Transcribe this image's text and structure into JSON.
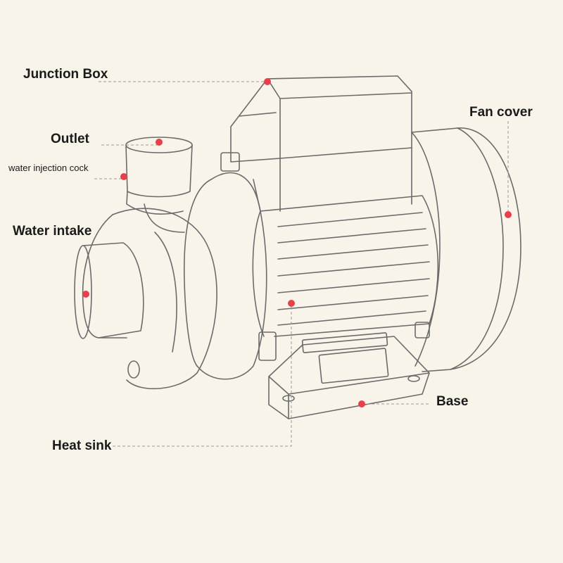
{
  "diagram": {
    "labels": {
      "junction_box": "Junction Box",
      "outlet": "Outlet",
      "water_injection_cock": "water injection cock",
      "water_intake": "Water intake",
      "fan_cover": "Fan cover",
      "base": "Base",
      "heat_sink": "Heat sink"
    },
    "colors": {
      "background": "#f8f4ea",
      "line": "#6b6b6b",
      "leader": "#9a9a9a",
      "marker": "#e8404a",
      "label": "#1a1a1a"
    }
  }
}
